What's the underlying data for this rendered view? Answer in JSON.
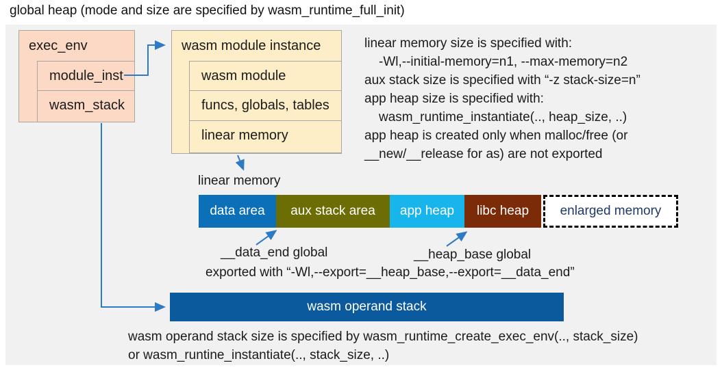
{
  "title": "global heap (mode and size are specified by wasm_runtime_full_init)",
  "exec_env_box": {
    "header": "exec_env",
    "rows": [
      {
        "label": "module_inst"
      },
      {
        "label": "wasm_stack"
      }
    ]
  },
  "module_instance_box": {
    "header": "wasm module instance",
    "rows": [
      {
        "label": "wasm module"
      },
      {
        "label": "funcs, globals, tables"
      },
      {
        "label": "linear memory"
      }
    ]
  },
  "right_notes": {
    "lines": [
      {
        "text": "linear memory size is specified with:"
      },
      {
        "text": "-Wl,--initial-memory=n1, --max-memory=n2"
      },
      {
        "text": "aux stack size is specified with “-z stack-size=n”"
      },
      {
        "text": "app heap size is specified with:"
      },
      {
        "text": "wasm_runtime_instantiate(.., heap_size, ..)"
      },
      {
        "text": "app heap is created only when malloc/free (or"
      },
      {
        "text": "__new/__release for as) are not exported"
      }
    ]
  },
  "linear_memory": {
    "label": "linear memory",
    "segments": [
      {
        "label": "data area",
        "color": "#0b70b8"
      },
      {
        "label": "aux stack area",
        "color": "#6c6d04"
      },
      {
        "label": "app heap",
        "color": "#18b4ec"
      },
      {
        "label": "libc heap",
        "color": "#7c2b09"
      }
    ],
    "enlarged": {
      "label": "enlarged memory",
      "text_color": "#1f3a68"
    }
  },
  "annotations": {
    "data_end": "__data_end global",
    "heap_base": "__heap_base global",
    "exported": "exported with “-Wl,--export=__heap_base,--export=__data_end”"
  },
  "operand_stack": {
    "label": "wasm operand stack",
    "color": "#0a5a9d"
  },
  "bottom_notes": {
    "lines": [
      {
        "text": "wasm operand stack size is specified by wasm_runtime_create_exec_env(.., stack_size)"
      },
      {
        "text": "or wasm_runtine_instantiate(.., stack_size, ..)"
      }
    ]
  },
  "colors": {
    "box_pink": "#fcd9c5",
    "box_cream": "#fdeec7",
    "border_gray": "#a6a6a6",
    "arrow_blue": "#2e7ac5",
    "panel_bg": "#f1f1f1"
  }
}
